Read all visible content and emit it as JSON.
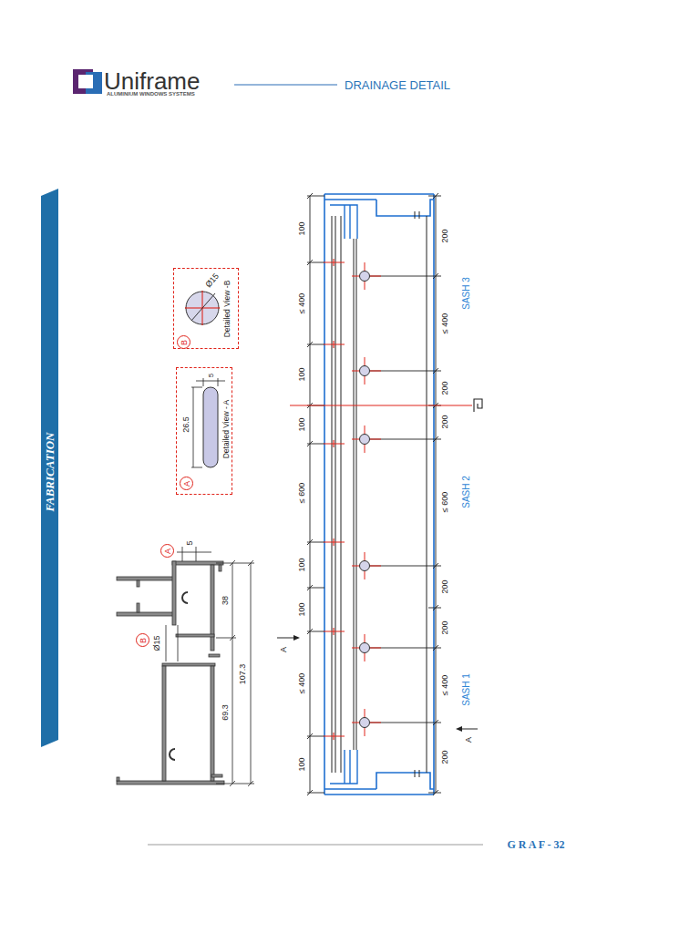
{
  "diagram": {
    "title": "DRAINAGE DETAIL",
    "nodes": [
      {
        "text": [
          "Ø15",
          "Detailed View -B"
        ]
      },
      {
        "text": [
          "B"
        ],
        "in": 0
      },
      {
        "text": [
          "26.5",
          "5",
          "Detailed View - A"
        ]
      },
      {
        "text": [
          "A"
        ],
        "in": 2
      },
      {
        "text": [
          "A"
        ]
      },
      {
        "text": [
          "B"
        ]
      }
    ],
    "labels": [
      "Uniframe",
      "ALUMINIUM WINDOWS SYSTEMS",
      "FABRICATION",
      "5",
      "38",
      "107.3",
      "69.3",
      "Ø15",
      "100",
      "≤ 400",
      "100",
      "100",
      "≤ 600",
      "100",
      "100",
      "≤ 400",
      "100",
      "200",
      "≤ 400",
      "200",
      "200",
      "≤ 600",
      "200",
      "200",
      "≤ 400",
      "200",
      "SASH 3",
      "SASH 2",
      "SASH 1",
      "A",
      "A",
      "G R A F - 32"
    ]
  }
}
